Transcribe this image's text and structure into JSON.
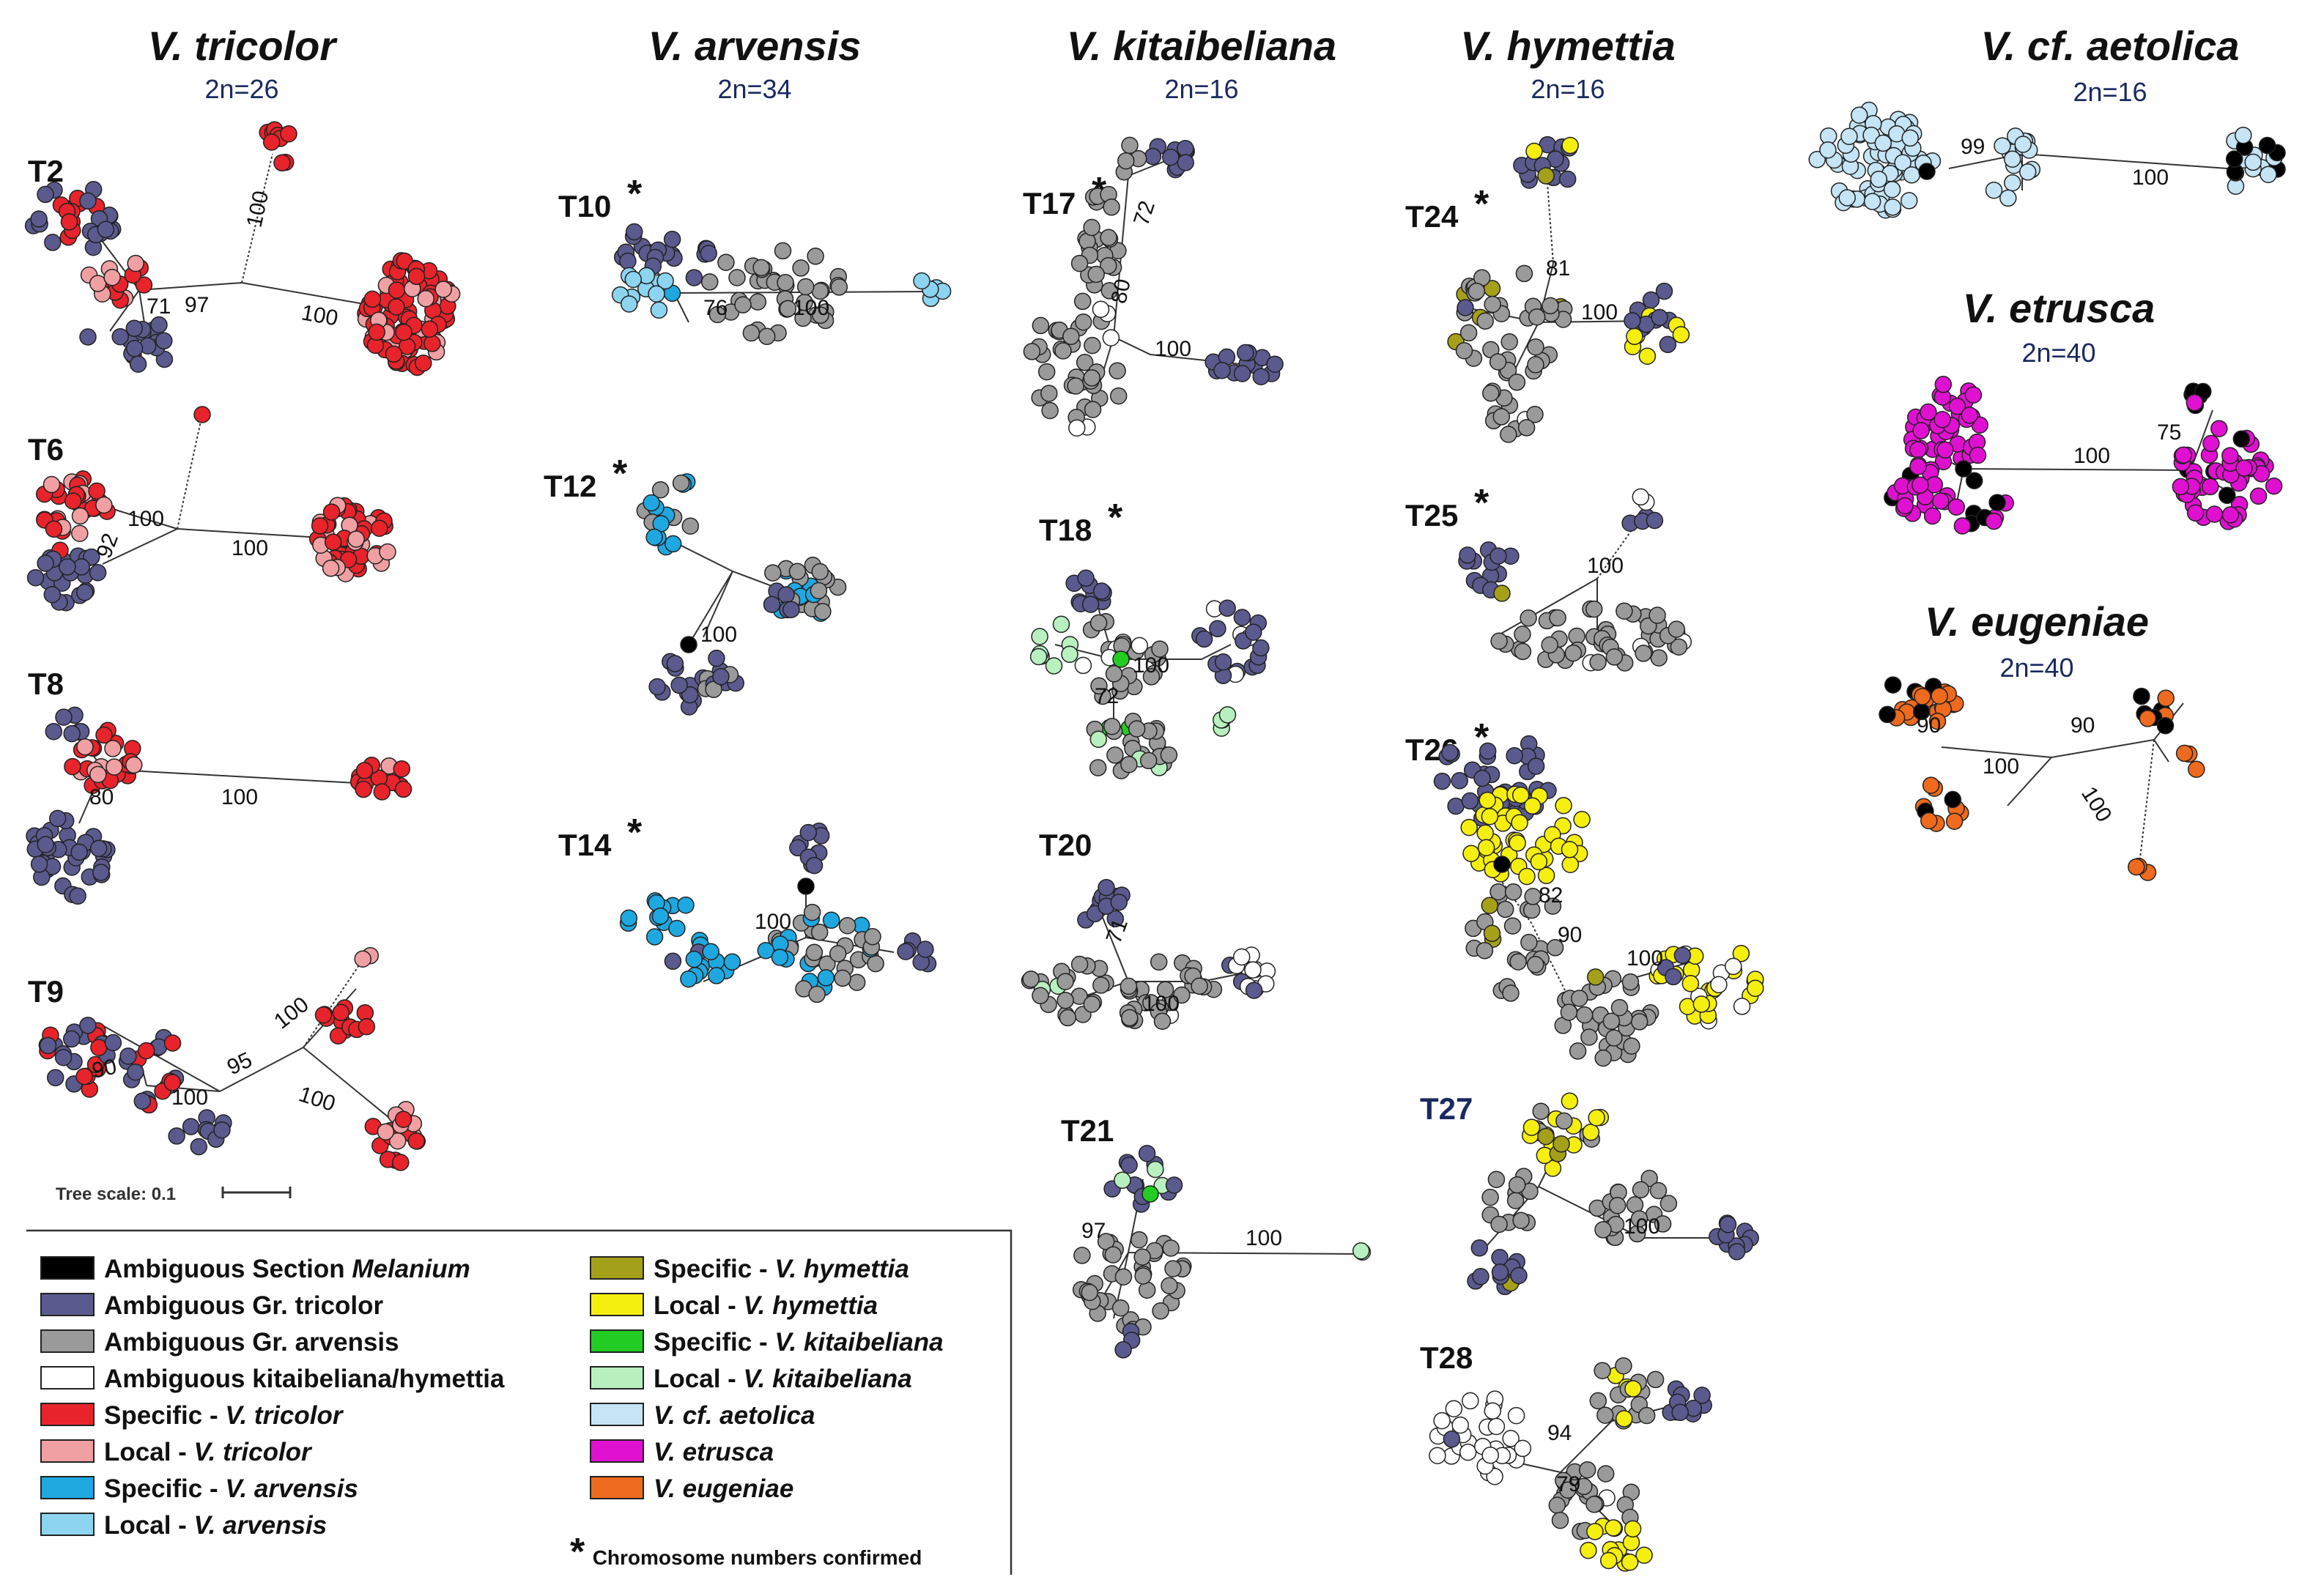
{
  "colors": {
    "Ambiguous Section Melanium": "#000000",
    "Ambiguous Gr. tricolor": "#5a5a8e",
    "Ambiguous Gr. arvensis": "#9a9a9a",
    "Ambiguous kitaibeliana/hymettia": "#ffffff",
    "Specific - V. tricolor": "#e8232b",
    "Local - V. tricolor": "#f0a0a3",
    "Specific - V. arvensis": "#1fa8e0",
    "Local - V. arvensis": "#8dd4f0",
    "Specific - V. hymettia": "#a5a01a",
    "Local - V. hymettia": "#f5ef10",
    "Specific - V. kitaibeliana": "#22cc22",
    "Local - V. kitaibeliana": "#b8f0c0",
    "V. cf. aetolica": "#c5e4f5",
    "V. etrusca": "#e010d0",
    "V. eugeniae": "#ee6a1e"
  },
  "columns": [
    {
      "species": "V. tricolor",
      "ploidy": "2n=26"
    },
    {
      "species": "V. arvensis",
      "ploidy": "2n=34"
    },
    {
      "species": "V. kitaibeliana",
      "ploidy": "2n=16"
    },
    {
      "species": "V. hymettia",
      "ploidy": "2n=16"
    },
    {
      "species": "V. cf. aetolica",
      "ploidy": "2n=16"
    },
    {
      "species": "V. etrusca",
      "ploidy": "2n=40"
    },
    {
      "species": "V. eugeniae",
      "ploidy": "2n=40"
    }
  ],
  "trees": {
    "T2": {
      "label": "T2",
      "star": "",
      "supports": [
        "100",
        "71",
        "97",
        "100"
      ]
    },
    "T6": {
      "label": "T6",
      "star": "",
      "supports": [
        "100",
        "92",
        "100"
      ]
    },
    "T8": {
      "label": "T8",
      "star": "",
      "supports": [
        "80",
        "100"
      ]
    },
    "T9": {
      "label": "T9",
      "star": "",
      "supports": [
        "90",
        "95",
        "100",
        "100",
        "100"
      ]
    },
    "T10": {
      "label": "T10",
      "star": "*",
      "supports": [
        "76",
        "100"
      ]
    },
    "T12": {
      "label": "T12",
      "star": "*",
      "supports": [
        "100"
      ]
    },
    "T14": {
      "label": "T14",
      "star": "*",
      "supports": [
        "100"
      ]
    },
    "T17": {
      "label": "T17",
      "star": "*",
      "supports": [
        "72",
        "80",
        "100"
      ]
    },
    "T18": {
      "label": "T18",
      "star": "*",
      "supports": [
        "100",
        "72"
      ]
    },
    "T20": {
      "label": "T20",
      "star": "",
      "supports": [
        "71",
        "100"
      ]
    },
    "T21": {
      "label": "T21",
      "star": "",
      "supports": [
        "97",
        "100"
      ]
    },
    "T24": {
      "label": "T24",
      "star": "*",
      "supports": [
        "81",
        "100"
      ]
    },
    "T25": {
      "label": "T25",
      "star": "*",
      "supports": [
        "100"
      ]
    },
    "T26": {
      "label": "T26",
      "star": "*",
      "supports": [
        "82",
        "90",
        "100"
      ]
    },
    "T27": {
      "label": "T27",
      "star": "",
      "supports": [
        "100"
      ]
    },
    "T28": {
      "label": "T28",
      "star": "",
      "supports": [
        "94",
        "79"
      ]
    },
    "aetolica": {
      "supports": [
        "99",
        "100"
      ]
    },
    "etrusca": {
      "supports": [
        "100",
        "75"
      ]
    },
    "eugeniae": {
      "supports": [
        "90",
        "100",
        "90",
        "100"
      ]
    }
  },
  "scale": {
    "label": "Tree scale: 0.1"
  },
  "legend": {
    "items": [
      {
        "text": "Ambiguous Section ",
        "italic": "Melanium",
        "color": "#000000"
      },
      {
        "text": "Ambiguous Gr. tricolor",
        "italic": "",
        "color": "#5a5a8e"
      },
      {
        "text": "Ambiguous Gr. arvensis",
        "italic": "",
        "color": "#9a9a9a"
      },
      {
        "text": "Ambiguous kitaibeliana/hymettia",
        "italic": "",
        "color": "#ffffff"
      },
      {
        "text": "Specific - ",
        "italic": "V. tricolor",
        "color": "#e8232b"
      },
      {
        "text": "Local - ",
        "italic": "V. tricolor",
        "color": "#f0a0a3"
      },
      {
        "text": "Specific - ",
        "italic": "V. arvensis",
        "color": "#1fa8e0"
      },
      {
        "text": "Local - ",
        "italic": "V. arvensis",
        "color": "#8dd4f0"
      },
      {
        "text": "Specific - ",
        "italic": "V. hymettia",
        "color": "#a5a01a"
      },
      {
        "text": "Local - ",
        "italic": "V. hymettia",
        "color": "#f5ef10"
      },
      {
        "text": "Specific - ",
        "italic": "V. kitaibeliana",
        "color": "#22cc22"
      },
      {
        "text": "Local - ",
        "italic": "V. kitaibeliana",
        "color": "#b8f0c0"
      },
      {
        "text": "",
        "italic": "V. cf. aetolica",
        "color": "#c5e4f5"
      },
      {
        "text": "",
        "italic": "V. etrusca",
        "color": "#e010d0"
      },
      {
        "text": "",
        "italic": "V. eugeniae",
        "color": "#ee6a1e"
      }
    ],
    "note_star": "*",
    "note": "Chromosome numbers confirmed"
  }
}
